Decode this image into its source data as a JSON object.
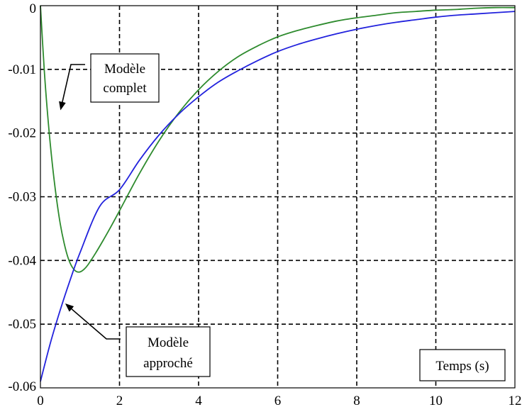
{
  "chart_data": {
    "type": "line",
    "title": "",
    "xlabel": "Temps (s)",
    "ylabel": "",
    "xlim": [
      0,
      12
    ],
    "ylim": [
      -0.06,
      0
    ],
    "grid": true,
    "grid_style": "dashed",
    "x_ticks": [
      0,
      2,
      4,
      6,
      8,
      10,
      12
    ],
    "x_tick_labels": [
      "0",
      "2",
      "4",
      "6",
      "8",
      "10",
      "12"
    ],
    "y_ticks": [
      0,
      -0.01,
      -0.02,
      -0.03,
      -0.04,
      -0.05,
      -0.06
    ],
    "y_tick_labels": [
      "0",
      "-0.01",
      "-0.02",
      "-0.03",
      "-0.04",
      "-0.05",
      "-0.06"
    ],
    "series": [
      {
        "name": "Modèle complet",
        "color": "#2e8b2e",
        "x": [
          0,
          0.1,
          0.2,
          0.3,
          0.4,
          0.5,
          0.6,
          0.7,
          0.8,
          0.9,
          1.0,
          1.1,
          1.2,
          1.4,
          1.6,
          1.8,
          2.0,
          2.5,
          3.0,
          3.5,
          4.0,
          4.5,
          5.0,
          5.5,
          6.0,
          6.5,
          7.0,
          7.5,
          8.0,
          8.5,
          9.0,
          9.5,
          10.0,
          10.5,
          11.0,
          11.5,
          12.0
        ],
        "values": [
          0,
          -0.0104,
          -0.0184,
          -0.0248,
          -0.03,
          -0.0342,
          -0.0373,
          -0.0396,
          -0.041,
          -0.0417,
          -0.0418,
          -0.0414,
          -0.0407,
          -0.0388,
          -0.0367,
          -0.0345,
          -0.0322,
          -0.0264,
          -0.0212,
          -0.0168,
          -0.0132,
          -0.0103,
          -0.008,
          -0.0063,
          -0.0049,
          -0.0039,
          -0.0031,
          -0.0024,
          -0.0019,
          -0.0015,
          -0.0011,
          -0.0009,
          -0.0007,
          -0.0006,
          -0.0004,
          -0.0003,
          -0.0003
        ]
      },
      {
        "name": "Modèle approché",
        "color": "#2222dd",
        "x": [
          0,
          0.25,
          0.5,
          0.75,
          1.0,
          1.5,
          2.0,
          2.5,
          3.0,
          3.5,
          4.0,
          4.5,
          5.0,
          5.5,
          6.0,
          6.5,
          7.0,
          7.5,
          8.0,
          8.5,
          9.0,
          9.5,
          10.0,
          10.5,
          11.0,
          11.5,
          12.0
        ],
        "values": [
          -0.059,
          -0.053,
          -0.0478,
          -0.0431,
          -0.0388,
          -0.0315,
          -0.0289,
          -0.0243,
          -0.0203,
          -0.017,
          -0.0143,
          -0.012,
          -0.0102,
          -0.0086,
          -0.0072,
          -0.0061,
          -0.0052,
          -0.0044,
          -0.0037,
          -0.0031,
          -0.0026,
          -0.0022,
          -0.0018,
          -0.0015,
          -0.0013,
          -0.0011,
          -0.0009
        ]
      }
    ],
    "annotations": [
      {
        "lines": [
          "Modèle",
          "complet"
        ],
        "points_to": [
          0.3,
          -0.0162
        ]
      },
      {
        "lines": [
          "Modèle",
          "approché"
        ],
        "points_to": [
          0.6,
          -0.0469
        ]
      }
    ],
    "xlabel_box": true
  }
}
